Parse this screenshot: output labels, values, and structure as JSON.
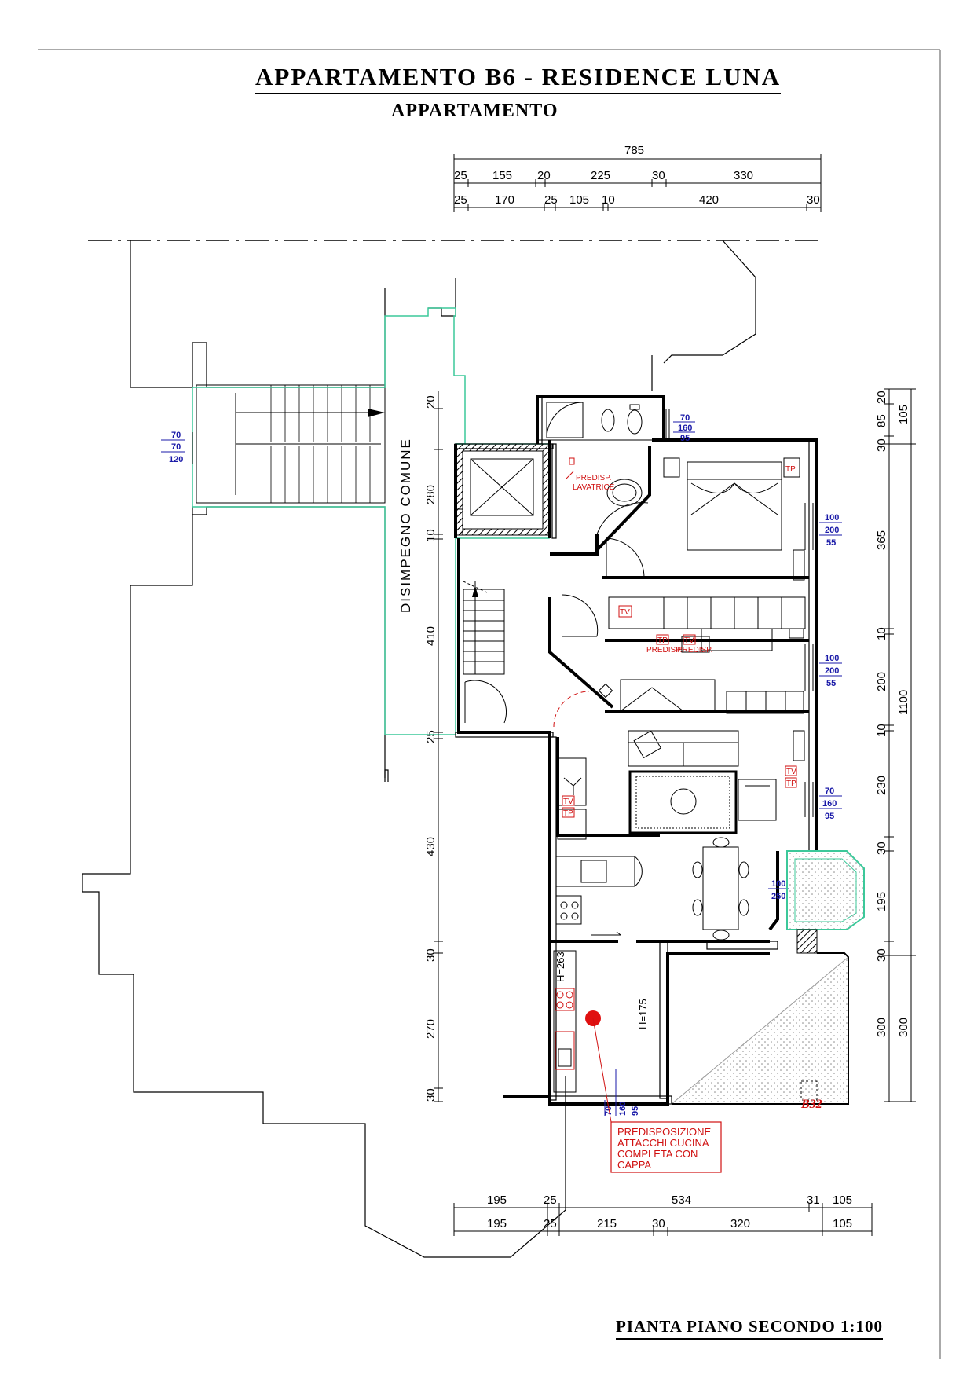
{
  "titles": {
    "main": "APPARTAMENTO B6 - RESIDENCE LUNA",
    "sub": "APPARTAMENTO",
    "footer": "PIANTA PIANO SECONDO 1:100"
  },
  "room_labels": {
    "corridor": "DISIMPEGNO COMUNE"
  },
  "top_dimensions": {
    "total": "785",
    "row1": [
      "25",
      "155",
      "20",
      "225",
      "30",
      "330"
    ],
    "row2": [
      "25",
      "170",
      "25",
      "105",
      "10",
      "420",
      "30"
    ]
  },
  "bottom_dimensions": {
    "row1": [
      "195",
      "25",
      "534",
      "31",
      "105"
    ],
    "row2": [
      "195",
      "25",
      "215",
      "30",
      "320",
      "105"
    ]
  },
  "left_dimensions": [
    "20",
    "280",
    "10",
    "410",
    "25",
    "430",
    "30",
    "270",
    "30"
  ],
  "right_dimensions": {
    "col1": [
      "20",
      "85",
      "30",
      "365",
      "10",
      "200",
      "10",
      "230",
      "30",
      "195",
      "30",
      "300"
    ],
    "col2": [
      "105",
      "1100",
      "300"
    ]
  },
  "window_labels": {
    "w_stair": [
      "70",
      "70",
      "120"
    ],
    "w_bath": [
      "70",
      "160",
      "95"
    ],
    "w_bed1": [
      "100",
      "200",
      "55"
    ],
    "w_bed2": [
      "100",
      "200",
      "55"
    ],
    "w_living": [
      "70",
      "160",
      "95"
    ],
    "w_balcony": [
      "100",
      "250"
    ],
    "w_kitchen": [
      "70",
      "160",
      "95"
    ]
  },
  "annotations": {
    "predisp_lavatrice": [
      "PREDISP.",
      "LAVATRICE"
    ],
    "tp": "TP",
    "tv": "TV",
    "predisp": "PREDISP.",
    "kitchen_note": [
      "PREDISPOSIZIONE",
      "ATTACCHI CUCINA",
      "COMPLETA CON",
      "CAPPA"
    ],
    "h263": "H=263",
    "h175": "H=175",
    "terrace_code": "B32"
  },
  "colors": {
    "wall": "#000000",
    "common_outline": "#3cc89a",
    "annotation_red": "#d01010",
    "window_blue": "#1a1aa8"
  }
}
